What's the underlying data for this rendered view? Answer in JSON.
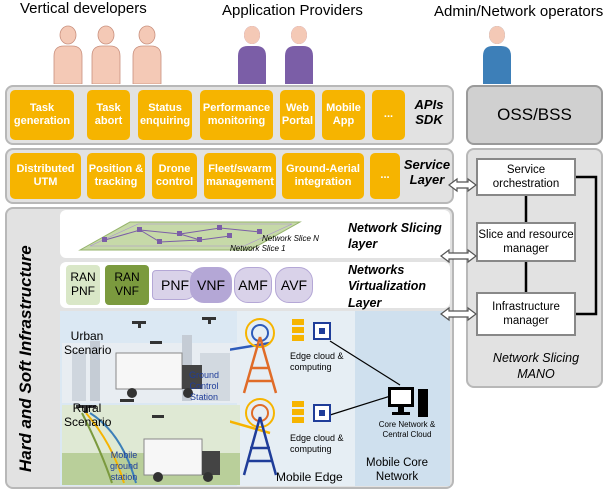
{
  "headers": {
    "vertical": "Vertical developers",
    "app": "Application Providers",
    "admin": "Admin/Network operators"
  },
  "api_layer": {
    "items": [
      "Task generation",
      "Task abort",
      "Status enquiring",
      "Performance monitoring",
      "Web Portal",
      "Mobile App",
      "..."
    ],
    "label": "APIs SDK"
  },
  "service_layer": {
    "items": [
      "Distributed UTM",
      "Position & tracking",
      "Drone control",
      "Fleet/swarm management",
      "Ground-Aerial integration",
      "..."
    ],
    "label": "Service Layer"
  },
  "infra_label": "Hard and Soft Infrastructure",
  "slicing": {
    "label": "Network Slicing layer",
    "slice_n": "Network Slice N",
    "slice_1": "Network Slice 1"
  },
  "virtualization": {
    "label": "Networks Virtualization Layer",
    "ran_pnf": "RAN PNF",
    "ran_vnf": "RAN VNF",
    "pnf": "PNF",
    "vnf": "VNF",
    "amf": "AMF",
    "avf": "AVF"
  },
  "physical": {
    "urban": "Urban Scenario",
    "rural": "Rural Scenario",
    "gcs": "Ground Control Station",
    "mgs": "Mobile ground station",
    "edge1": "Edge cloud & computing",
    "edge2": "Edge cloud & computing",
    "core": "Core Network & Central Cloud",
    "mobile_edge": "Mobile Edge",
    "mobile_core": "Mobile Core Network"
  },
  "mano": {
    "oss": "OSS/BSS",
    "orchestration": "Service orchestration",
    "slice_mgr": "Slice and resource manager",
    "infra_mgr": "Infrastructure manager",
    "title": "Network Slicing MANO"
  },
  "colors": {
    "yellow": "#f6b400",
    "ran_pnf": "#d9e7c7",
    "ran_vnf": "#7b9a3e",
    "pill": "#d9d2e9",
    "person_skin": "#f4c9b6",
    "person_purple": "#7b5ea7",
    "person_blue": "#3d7fb8"
  }
}
